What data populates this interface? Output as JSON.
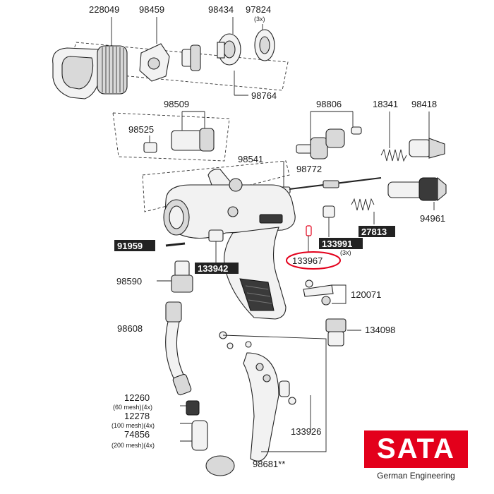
{
  "labels": {
    "p228049": "228049",
    "p98459": "98459",
    "p98434": "98434",
    "p97824": "97824",
    "p97824_qty": "(3x)",
    "p98764": "98764",
    "p98509": "98509",
    "p98525": "98525",
    "p98806": "98806",
    "p18341": "18341",
    "p98418": "98418",
    "p98541": "98541",
    "p98772": "98772",
    "p94961": "94961",
    "p27813": "27813",
    "p91959": "91959",
    "p133991": "133991",
    "p133991_qty": "(3x)",
    "p133967": "133967",
    "p133942": "133942",
    "p98590": "98590",
    "p120071": "120071",
    "p98608": "98608",
    "p134098": "134098",
    "p12260": "12260",
    "p12260_mesh": "(60 mesh)(4x)",
    "p12278": "12278",
    "p12278_mesh": "(100 mesh)(4x)",
    "p74856": "74856",
    "p74856_mesh": "(200 mesh)(4x)",
    "p133926": "133926",
    "p98681": "98681**"
  },
  "logo": {
    "brand": "SATA",
    "tagline": "German Engineering",
    "color": "#e3001b"
  },
  "highlight_color": "#e3001b"
}
